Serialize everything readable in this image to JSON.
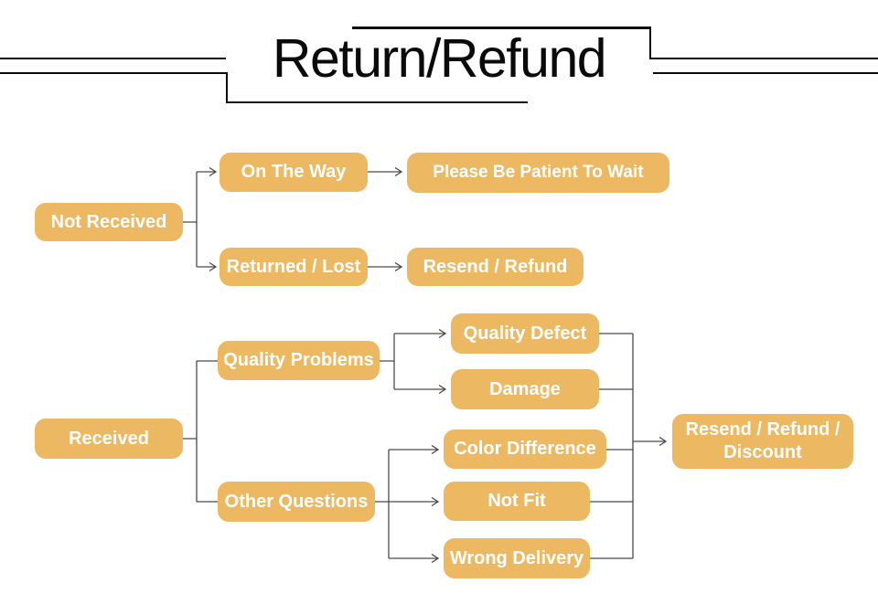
{
  "title": "Return/Refund",
  "colors": {
    "node_fill": "#ecb962",
    "node_text": "#ffffff",
    "connector": "#4a4a4a",
    "ornament": "#0b0b0b"
  },
  "nodes": {
    "not_received": {
      "label": "Not Received"
    },
    "on_the_way": {
      "label": "On The Way"
    },
    "please_wait": {
      "label": "Please Be Patient To Wait"
    },
    "returned_lost": {
      "label": "Returned / Lost"
    },
    "resend_refund": {
      "label": "Resend / Refund"
    },
    "received": {
      "label": "Received"
    },
    "quality_problems": {
      "label": "Quality Problems"
    },
    "other_questions": {
      "label": "Other Questions"
    },
    "quality_defect": {
      "label": "Quality Defect"
    },
    "damage": {
      "label": "Damage"
    },
    "color_difference": {
      "label": "Color Difference"
    },
    "not_fit": {
      "label": "Not Fit"
    },
    "wrong_delivery": {
      "label": "Wrong Delivery"
    },
    "resend_refund_discount": {
      "label": "Resend / Refund / Discount"
    }
  },
  "edges": [
    {
      "from": "Not Received",
      "to": "On The Way",
      "arrow": true
    },
    {
      "from": "Not Received",
      "to": "Returned / Lost",
      "arrow": true
    },
    {
      "from": "On The Way",
      "to": "Please Be Patient To Wait",
      "arrow": true
    },
    {
      "from": "Returned / Lost",
      "to": "Resend / Refund",
      "arrow": true
    },
    {
      "from": "Received",
      "to": "Quality Problems",
      "arrow": false
    },
    {
      "from": "Received",
      "to": "Other Questions",
      "arrow": false
    },
    {
      "from": "Quality Problems",
      "to": "Quality Defect",
      "arrow": true
    },
    {
      "from": "Quality Problems",
      "to": "Damage",
      "arrow": true
    },
    {
      "from": "Other Questions",
      "to": "Color Difference",
      "arrow": true
    },
    {
      "from": "Other Questions",
      "to": "Not Fit",
      "arrow": true
    },
    {
      "from": "Other Questions",
      "to": "Wrong Delivery",
      "arrow": true
    },
    {
      "from": "Quality Defect",
      "to": "Resend / Refund / Discount",
      "arrow": true
    },
    {
      "from": "Damage",
      "to": "Resend / Refund / Discount",
      "arrow": true
    },
    {
      "from": "Color Difference",
      "to": "Resend / Refund / Discount",
      "arrow": true
    },
    {
      "from": "Not Fit",
      "to": "Resend / Refund / Discount",
      "arrow": true
    },
    {
      "from": "Wrong Delivery",
      "to": "Resend / Refund / Discount",
      "arrow": true
    }
  ]
}
